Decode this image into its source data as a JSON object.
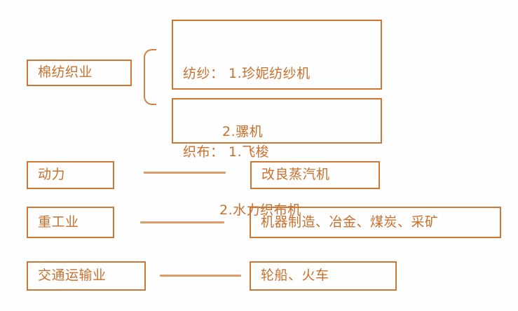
{
  "theme": {
    "background": "#fefefe",
    "border_color": "#cc7733",
    "text_color": "#c8702c",
    "connector_color": "#e09a63"
  },
  "diagram": {
    "title": "",
    "groups": [
      {
        "id": "cotton-textile",
        "label": "棉纺织业",
        "details": [
          {
            "id": "spinning",
            "line1": "纺纱： 1.珍妮纺纱机",
            "line2": "2.骡机"
          },
          {
            "id": "weaving",
            "line1": "织布： 1.飞梭",
            "line2": "2.水力织布机"
          }
        ]
      }
    ],
    "rows": [
      {
        "id": "power",
        "label": "动力",
        "detail": "改良蒸汽机"
      },
      {
        "id": "heavy-industry",
        "label": "重工业",
        "detail": "机器制造、冶金、煤炭、采矿"
      },
      {
        "id": "transportation",
        "label": "交通运输业",
        "detail": "轮船、火车"
      }
    ]
  }
}
